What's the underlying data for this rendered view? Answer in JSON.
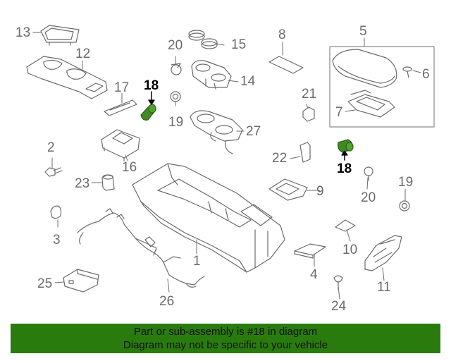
{
  "callouts": {
    "c1": "1",
    "c2": "2",
    "c3": "3",
    "c4": "4",
    "c5": "5",
    "c6": "6",
    "c7": "7",
    "c8": "8",
    "c9": "9",
    "c10": "10",
    "c11": "11",
    "c12": "12",
    "c13": "13",
    "c14": "14",
    "c15": "15",
    "c16": "16",
    "c17": "17",
    "c18a": "18",
    "c18b": "18",
    "c19a": "19",
    "c19b": "19",
    "c20a": "20",
    "c20b": "20",
    "c21": "21",
    "c22": "22",
    "c23": "23",
    "c24": "24",
    "c25": "25",
    "c26": "26",
    "c27": "27"
  },
  "banner": {
    "line1": "Part or sub-assembly is #18 in diagram",
    "line2": "Diagram may not be specific to your vehicle"
  },
  "colors": {
    "highlight_part": "#3f8a23",
    "banner_bg": "#2a7b0d",
    "line_art": "#6b6b6b"
  }
}
